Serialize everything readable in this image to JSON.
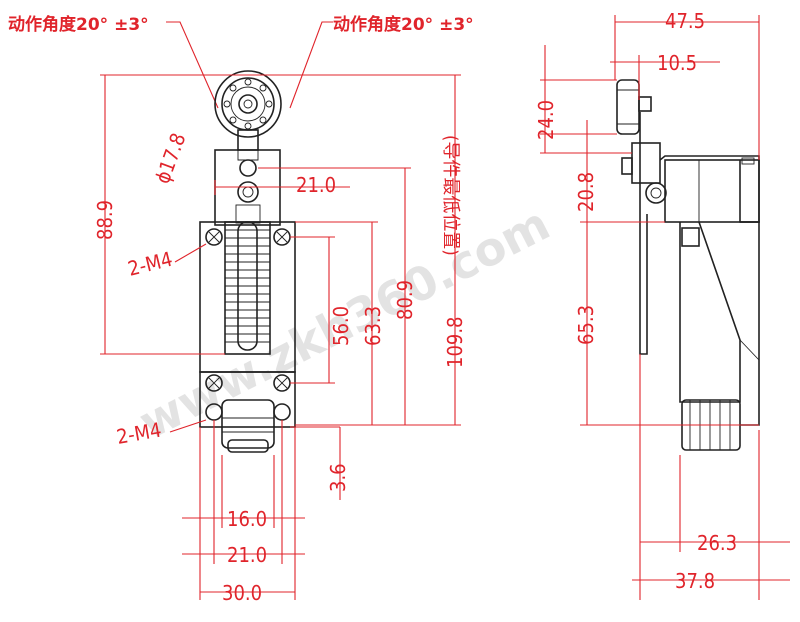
{
  "header": {
    "angle_left": "动作角度20° ±3°",
    "angle_right": "动作角度20° ±3°"
  },
  "front_view": {
    "dims": {
      "d_47_5": "47.5",
      "d_10_5": "10.5",
      "d_24_0": "24.0",
      "d_20_8": "20.8",
      "d_65_3": "65.3",
      "d_88_9": "88.9",
      "d_17_8": "ϕ17.8",
      "d_21_0_top": "21.0",
      "m4_top": "2-M4",
      "m4_bottom": "2-M4",
      "d_56_0": "56.0",
      "d_63_3": "63.3",
      "d_80_9": "80.9",
      "d_109_8": "109.8",
      "note": "(导件最低位置)",
      "d_3_6": "3.6",
      "d_16_0": "16.0",
      "d_21_0": "21.0",
      "d_30_0": "30.0"
    }
  },
  "side_view": {
    "dims": {
      "d_26_3": "26.3",
      "d_37_8": "37.8"
    }
  },
  "watermark": "www.zkh360.com",
  "colors": {
    "dimension": "#e0242b",
    "part": "#222222"
  }
}
